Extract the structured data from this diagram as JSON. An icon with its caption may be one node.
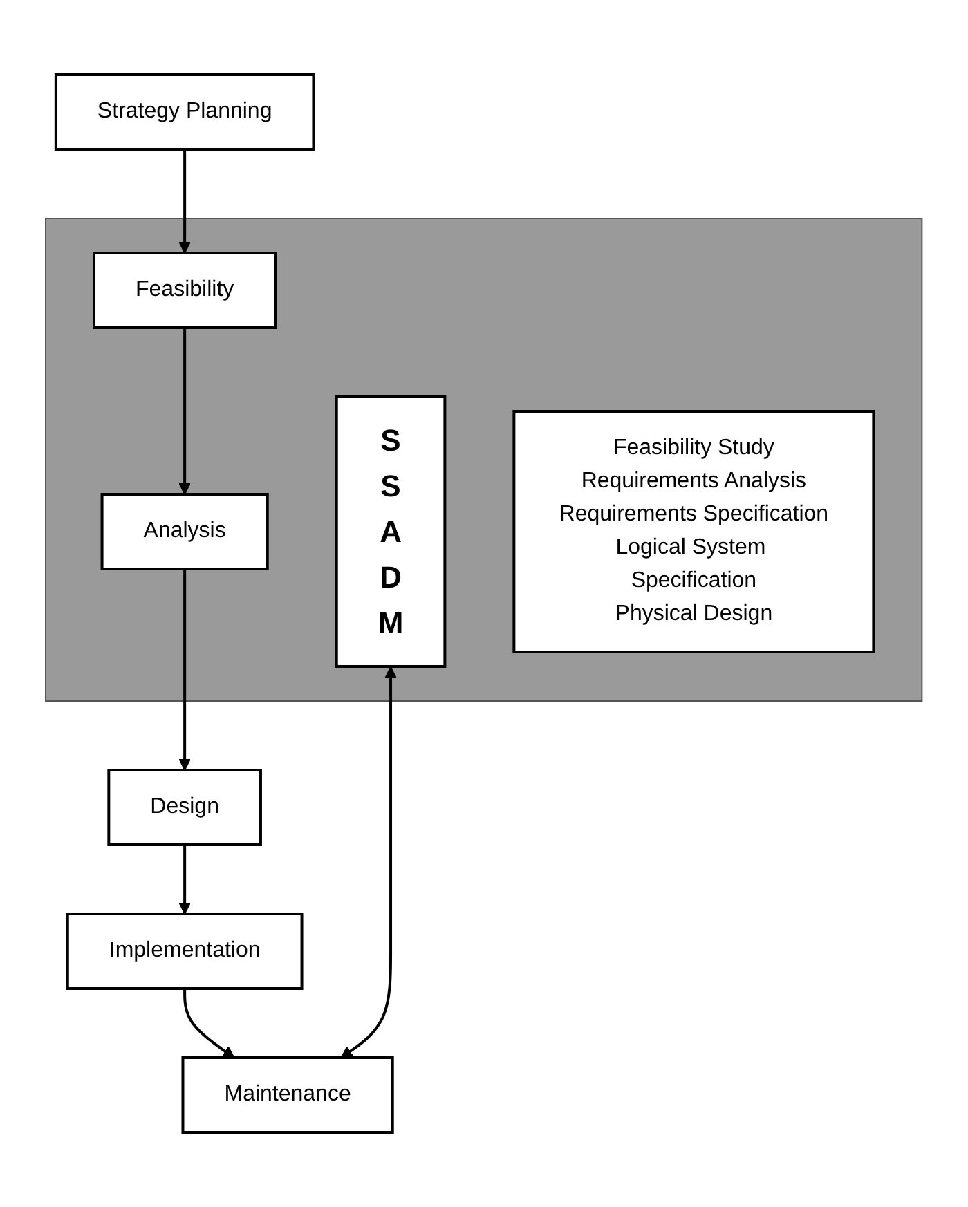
{
  "diagram": {
    "nodes": [
      {
        "text": [
          "Strategy Planning"
        ]
      },
      {
        "text": [],
        "shape": "box"
      },
      {
        "text": [
          "Feasibility"
        ],
        "in": 1
      },
      {
        "text": [
          "Analysis"
        ],
        "in": 1
      },
      {
        "text": [
          "S S A D M"
        ],
        "in": 1
      },
      {
        "text": [
          "Feasibility Study",
          "Requirements Analysis",
          "Requirements Specification",
          "Logical System Specification",
          "Physical Design"
        ],
        "in": 1
      },
      {
        "text": [
          "Design"
        ]
      },
      {
        "text": [
          "Implementation"
        ]
      },
      {
        "text": [
          "Maintenance"
        ]
      }
    ],
    "edges": [
      {
        "from": 0,
        "to": 2,
        "arrow": "to"
      },
      {
        "from": 2,
        "to": 3,
        "arrow": "to"
      },
      {
        "from": 3,
        "to": 6,
        "arrow": "to"
      },
      {
        "from": 6,
        "to": 7,
        "arrow": "to"
      },
      {
        "from": 7,
        "to": 8,
        "arrow": "to"
      },
      {
        "from": 4,
        "to": 8,
        "arrow": "both"
      }
    ]
  }
}
